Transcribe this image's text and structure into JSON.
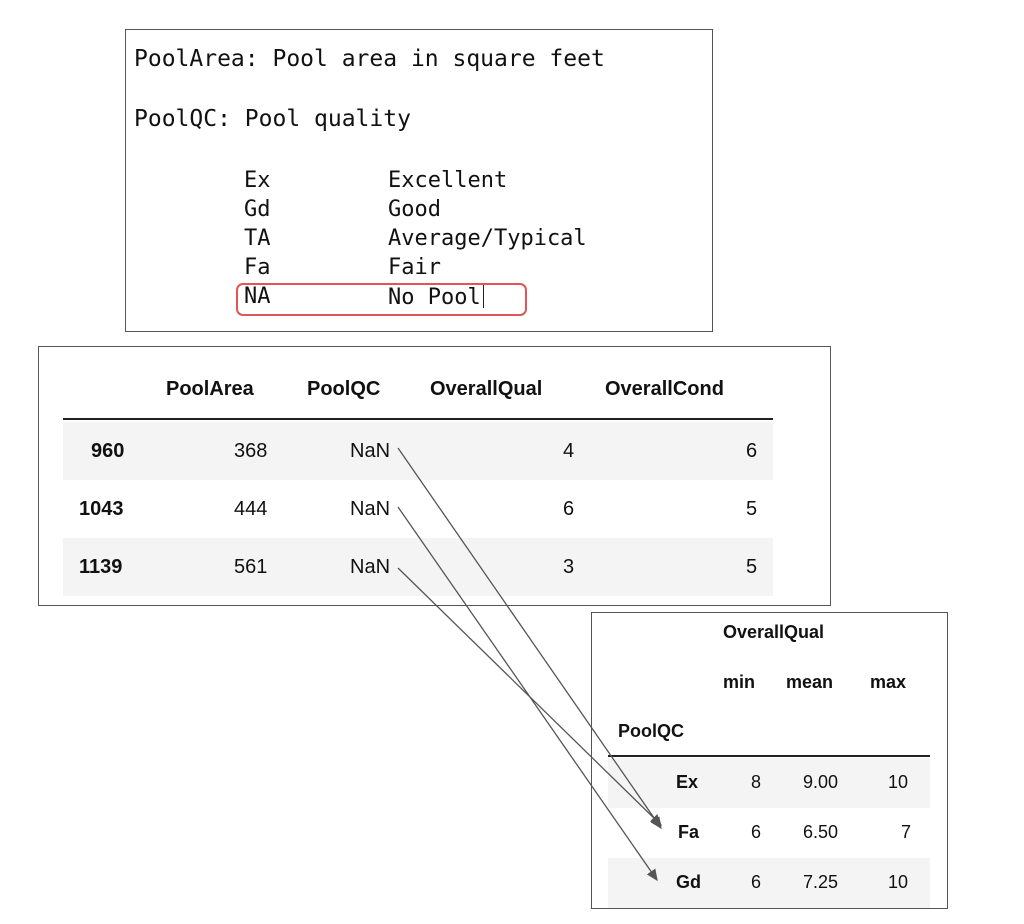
{
  "doc": {
    "line1": "PoolArea: Pool area in square feet",
    "line2": "PoolQC: Pool quality",
    "codes": [
      {
        "code": "Ex",
        "meaning": "Excellent"
      },
      {
        "code": "Gd",
        "meaning": "Good"
      },
      {
        "code": "TA",
        "meaning": "Average/Typical"
      },
      {
        "code": "Fa",
        "meaning": "Fair"
      },
      {
        "code": "NA",
        "meaning": "No Pool"
      }
    ]
  },
  "df": {
    "columns": [
      "PoolArea",
      "PoolQC",
      "OverallQual",
      "OverallCond"
    ],
    "rows": [
      {
        "index": "960",
        "PoolArea": "368",
        "PoolQC": "NaN",
        "OverallQual": "4",
        "OverallCond": "6"
      },
      {
        "index": "1043",
        "PoolArea": "444",
        "PoolQC": "NaN",
        "OverallQual": "6",
        "OverallCond": "5"
      },
      {
        "index": "1139",
        "PoolArea": "561",
        "PoolQC": "NaN",
        "OverallQual": "3",
        "OverallCond": "5"
      }
    ]
  },
  "agg": {
    "group_header": "OverallQual",
    "stats": [
      "min",
      "mean",
      "max"
    ],
    "index_name": "PoolQC",
    "rows": [
      {
        "index": "Ex",
        "min": "8",
        "mean": "9.00",
        "max": "10"
      },
      {
        "index": "Fa",
        "min": "6",
        "mean": "6.50",
        "max": "7"
      },
      {
        "index": "Gd",
        "min": "6",
        "mean": "7.25",
        "max": "10"
      }
    ]
  },
  "colors": {
    "highlight": "#e05555",
    "arrow": "#555555",
    "row_shade": "#f4f4f4"
  }
}
